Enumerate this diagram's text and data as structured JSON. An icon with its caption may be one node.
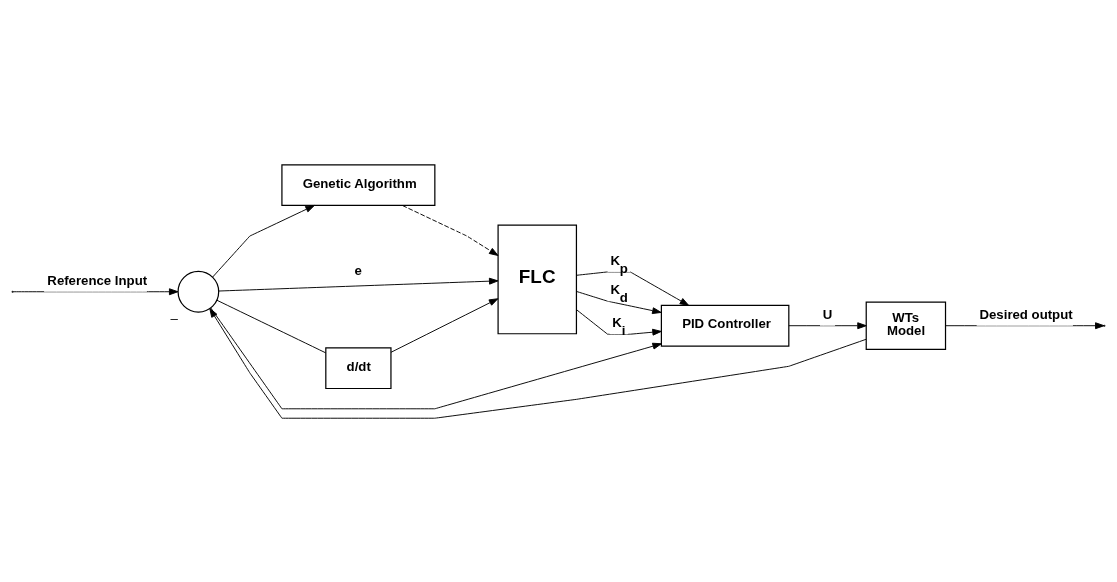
{
  "diagram": {
    "nodes": [
      {
        "text": [],
        "shape": "circle",
        "beside": [
          "–"
        ]
      },
      {
        "text": [
          "Genetic Algorithm"
        ]
      },
      {
        "text": [
          "FLC"
        ]
      },
      {
        "text": [
          "d/dt"
        ]
      },
      {
        "text": [
          "PID Controller"
        ]
      },
      {
        "text": [
          "WTs",
          "Model"
        ]
      }
    ],
    "edges": [
      {
        "from": null,
        "to": 0,
        "arrow": "to",
        "label": "Reference Input"
      },
      {
        "from": 0,
        "to": 1,
        "arrow": "to"
      },
      {
        "from": 0,
        "to": 2,
        "arrow": "to",
        "label": "e"
      },
      {
        "from": 0,
        "to": 3,
        "arrow": "none"
      },
      {
        "from": 3,
        "to": 2,
        "arrow": "to"
      },
      {
        "from": 0,
        "to": 4,
        "arrow": "to"
      },
      {
        "from": 1,
        "to": 2,
        "arrow": "to",
        "style": "dashed"
      },
      {
        "from": 2,
        "to": 4,
        "arrow": "to",
        "label": "K$_{p}$"
      },
      {
        "from": 2,
        "to": 4,
        "arrow": "to",
        "label": "K$_{d}$"
      },
      {
        "from": 2,
        "to": 4,
        "arrow": "to",
        "label": "K$_{i}$"
      },
      {
        "from": 4,
        "to": 5,
        "arrow": "to",
        "label": "U"
      },
      {
        "from": 5,
        "to": null,
        "arrow": "to",
        "label": "Desired output"
      },
      {
        "from": 5,
        "to": 0,
        "arrow": "to"
      }
    ]
  }
}
